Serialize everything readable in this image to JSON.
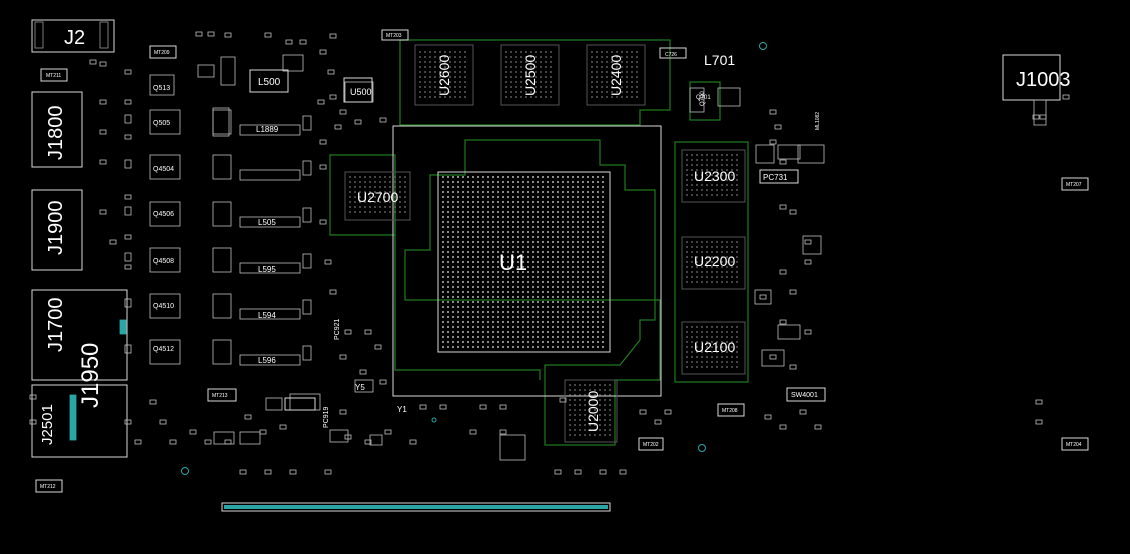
{
  "board": {
    "background": "#000000",
    "silkscreen_color": "#ffffff",
    "outline_color": "#d8d8d8",
    "trace_color": "#1f7a1f",
    "accent_color": "#2aa6a6"
  },
  "labels": {
    "j2": "J2",
    "j1800": "J1800",
    "j1900": "J1900",
    "j1700": "J1700",
    "j1950": "J1950",
    "j2501": "J2501",
    "j1003": "J1003",
    "u2600": "U2600",
    "u2500": "U2500",
    "u2400": "U2400",
    "u2700": "U2700",
    "u2300": "U2300",
    "u2200": "U2200",
    "u2100": "U2100",
    "u2000": "U2000",
    "u500": "U500",
    "u1": "U1",
    "l500": "L500",
    "l701": "L701",
    "l1889": "L1889",
    "l505": "L505",
    "l595": "L595",
    "l594": "L594",
    "l596": "L596",
    "q513": "Q513",
    "q505": "Q505",
    "q4504": "Q4504",
    "q4506": "Q4506",
    "q4508": "Q4508",
    "q4510": "Q4510",
    "q4512": "Q4512",
    "q700": "Q700",
    "q701": "Q701",
    "pc731": "PC731",
    "pc921": "PC921",
    "pc919": "PC919",
    "sw4001": "SW4001",
    "y1": "Y1",
    "y5": "Y5",
    "mt211": "MT211",
    "mt209": "MT209",
    "mt203": "MT203",
    "mt213": "MT213",
    "mt212": "MT212",
    "mt207": "MT207",
    "mt208": "MT208",
    "mt202": "MT202",
    "mt204": "MT204",
    "ml1082": "ML1082",
    "c726": "C726"
  }
}
